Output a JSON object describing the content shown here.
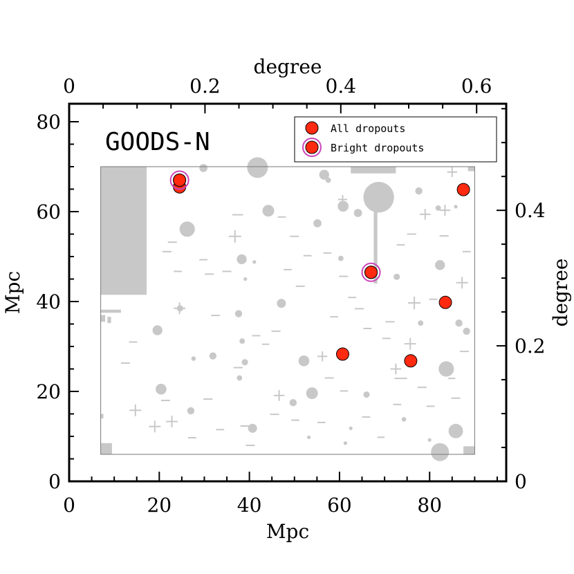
{
  "chart_data": {
    "type": "scatter",
    "title": "GOODS-N",
    "xlabel": "Mpc",
    "ylabel": "Mpc",
    "top_xlabel": "degree",
    "right_ylabel": "degree",
    "xlim": [
      0,
      97
    ],
    "ylim": [
      0,
      84
    ],
    "deg_per_mpc": 0.006635,
    "xticks": [
      0,
      20,
      40,
      60,
      80
    ],
    "yticks": [
      0,
      20,
      40,
      60,
      80
    ],
    "top_ticks": [
      0,
      0.2,
      0.4,
      0.6
    ],
    "top_tick_labels": [
      "0",
      "0.2",
      "0.4",
      "0.6"
    ],
    "right_ticks": [
      0,
      0.2,
      0.4
    ],
    "right_tick_labels": [
      "0",
      "0.2",
      "0.4"
    ],
    "field_x": [
      7,
      90
    ],
    "field_y": [
      6,
      70
    ],
    "series": [
      {
        "name": "All dropouts",
        "color": "#ff2a10",
        "points": [
          [
            24.5,
            65.5
          ],
          [
            24.5,
            67
          ],
          [
            67,
            46.5
          ],
          [
            60.7,
            28.3
          ],
          [
            75.8,
            26.8
          ],
          [
            83.5,
            39.8
          ],
          [
            87.5,
            64.9
          ]
        ]
      },
      {
        "name": "Bright dropouts",
        "color": "#cc44bb",
        "points": [
          [
            24.5,
            67
          ],
          [
            67,
            46.5
          ]
        ]
      }
    ],
    "mask": {
      "color": "#c8c8c8",
      "circles": [
        [
          41.8,
          69.8,
          2.3
        ],
        [
          68.7,
          63.2,
          3.4
        ],
        [
          26.2,
          56.1,
          1.7
        ],
        [
          44.2,
          60.2,
          1.3
        ],
        [
          83.7,
          25,
          1.7
        ],
        [
          85.8,
          11.2,
          1.6
        ],
        [
          82.3,
          6.5,
          2.0
        ],
        [
          20.4,
          20.5,
          1.2
        ],
        [
          19.6,
          33.6,
          1.1
        ],
        [
          38.3,
          49.4,
          1.1
        ],
        [
          52.1,
          26.8,
          1.2
        ],
        [
          53.9,
          19.6,
          1.3
        ],
        [
          47.1,
          39.6,
          1.0
        ],
        [
          56.6,
          68.2,
          1.1
        ],
        [
          60.8,
          61.2,
          1.2
        ],
        [
          82.3,
          48.1,
          1.1
        ],
        [
          40.7,
          11.8,
          1.0
        ],
        [
          55.1,
          57.4,
          0.9
        ],
        [
          72.7,
          45.5,
          0.7
        ],
        [
          86.5,
          35.2,
          0.8
        ],
        [
          29.8,
          69.7,
          0.9
        ],
        [
          77.6,
          64.6,
          0.8
        ],
        [
          27.0,
          15.7,
          0.8
        ],
        [
          49.7,
          17.5,
          0.8
        ],
        [
          37.6,
          37.3,
          0.8
        ],
        [
          66.0,
          19.3,
          0.7
        ],
        [
          24.6,
          38.5,
          0.7
        ],
        [
          78.0,
          35.2,
          0.6
        ],
        [
          64.1,
          59.7,
          0.9
        ],
        [
          57.5,
          67.0,
          0.6
        ],
        [
          37.8,
          23.0,
          0.6
        ],
        [
          31.9,
          27.9,
          0.8
        ],
        [
          38.4,
          31.2,
          0.6
        ],
        [
          39.0,
          26.5,
          0.7
        ],
        [
          60.3,
          49.6,
          0.6
        ],
        [
          88.2,
          33.4,
          0.8
        ],
        [
          62.5,
          11.8,
          0.4
        ],
        [
          61.3,
          8.5,
          0.4
        ],
        [
          74.3,
          13.8,
          0.5
        ],
        [
          81.9,
          60.8,
          0.6
        ],
        [
          85.8,
          61.1,
          0.4
        ],
        [
          70.2,
          61.5,
          0.5
        ],
        [
          27.6,
          27.3,
          0.5
        ],
        [
          41.1,
          48.8,
          0.4
        ],
        [
          39.1,
          45.0,
          0.4
        ],
        [
          53.2,
          9.8,
          0.4
        ],
        [
          80.0,
          9.2,
          0.4
        ]
      ],
      "rects": [
        [
          7,
          41.5,
          17.2,
          70
        ],
        [
          7,
          6,
          9.5,
          8.5
        ],
        [
          87.5,
          6,
          90,
          7.8
        ],
        [
          62.5,
          68.5,
          72.5,
          70
        ],
        [
          67.6,
          44,
          68.4,
          61
        ],
        [
          7,
          37.5,
          11.5,
          38.2
        ],
        [
          7,
          35.5,
          8,
          37
        ],
        [
          8.5,
          35.2,
          9.3,
          36.6
        ],
        [
          88.5,
          69,
          90,
          70
        ],
        [
          7,
          14,
          7.6,
          15
        ],
        [
          7,
          50,
          7.6,
          51
        ]
      ],
      "crosses": [
        [
          14.7,
          15.8,
          1.3
        ],
        [
          19.0,
          12.2,
          1.3
        ],
        [
          22.8,
          13.3,
          1.3
        ],
        [
          36.8,
          54.5,
          1.4
        ],
        [
          76.6,
          39.7,
          1.4
        ],
        [
          75.7,
          30.6,
          1.3
        ],
        [
          87.2,
          44.2,
          1.3
        ],
        [
          83.4,
          60.3,
          1.2
        ],
        [
          79.0,
          59.4,
          1.2
        ],
        [
          24.5,
          38.5,
          1.3
        ],
        [
          46.6,
          19.1,
          1.2
        ],
        [
          72.5,
          25.0,
          1.2
        ],
        [
          85.0,
          68.8,
          1.1
        ],
        [
          56.2,
          27.8,
          1.1
        ],
        [
          60.7,
          62.7,
          1.0
        ]
      ],
      "dashes": [
        [
          40.2,
          8.0,
          1.0
        ],
        [
          39.0,
          12.3,
          1.0
        ],
        [
          37.5,
          25.3,
          1.0
        ],
        [
          35.0,
          46.7,
          1.0
        ],
        [
          32.5,
          36.9,
          1.0
        ],
        [
          37.4,
          59.3,
          1.2
        ],
        [
          31.1,
          46.1,
          1.0
        ],
        [
          41.5,
          32.4,
          0.9
        ],
        [
          47.2,
          58.8,
          0.9
        ],
        [
          43.6,
          30.5,
          0.8
        ],
        [
          45.9,
          33.4,
          1.0
        ],
        [
          24.1,
          46.7,
          0.9
        ],
        [
          21.7,
          51.1,
          1.0
        ],
        [
          22.9,
          53.2,
          1.0
        ],
        [
          29.8,
          49.3,
          0.9
        ],
        [
          50.0,
          54.5,
          1.0
        ],
        [
          52.9,
          50.2,
          0.9
        ],
        [
          48.5,
          47.1,
          0.9
        ],
        [
          51.3,
          43.4,
          1.0
        ],
        [
          57.3,
          50.8,
          0.9
        ],
        [
          60.9,
          45.6,
          1.0
        ],
        [
          62.8,
          40.9,
          0.9
        ],
        [
          58.8,
          36.6,
          0.9
        ],
        [
          64.4,
          38.4,
          1.0
        ],
        [
          66.2,
          34.0,
          0.9
        ],
        [
          70.4,
          31.8,
          0.9
        ],
        [
          71.2,
          35.5,
          1.0
        ],
        [
          73.6,
          22.9,
          1.4
        ],
        [
          78.3,
          20.9,
          1.0
        ],
        [
          72.8,
          17.1,
          0.9
        ],
        [
          80.2,
          16.7,
          0.9
        ],
        [
          85.8,
          18.5,
          1.0
        ],
        [
          84.9,
          22.9,
          0.8
        ],
        [
          87.7,
          28.9,
          1.0
        ],
        [
          88.2,
          51.1,
          0.9
        ],
        [
          83.2,
          54.6,
          1.0
        ],
        [
          76.0,
          55.0,
          1.0
        ],
        [
          73.6,
          52.6,
          0.9
        ],
        [
          80.8,
          40.5,
          0.9
        ],
        [
          57.7,
          23.0,
          1.0
        ],
        [
          61.0,
          20.1,
          0.9
        ],
        [
          65.9,
          14.3,
          0.9
        ],
        [
          69.2,
          9.8,
          0.8
        ],
        [
          56.0,
          13.1,
          0.9
        ],
        [
          50.2,
          13.6,
          0.9
        ],
        [
          45.6,
          14.9,
          1.0
        ],
        [
          30.8,
          18.3,
          1.0
        ],
        [
          27.3,
          9.7,
          0.9
        ],
        [
          21.4,
          18.0,
          1.0
        ],
        [
          33.5,
          11.5,
          0.9
        ],
        [
          12.5,
          26.3,
          1.0
        ],
        [
          14.2,
          31.0,
          0.9
        ],
        [
          11.0,
          44.1,
          0.8
        ]
      ]
    }
  }
}
